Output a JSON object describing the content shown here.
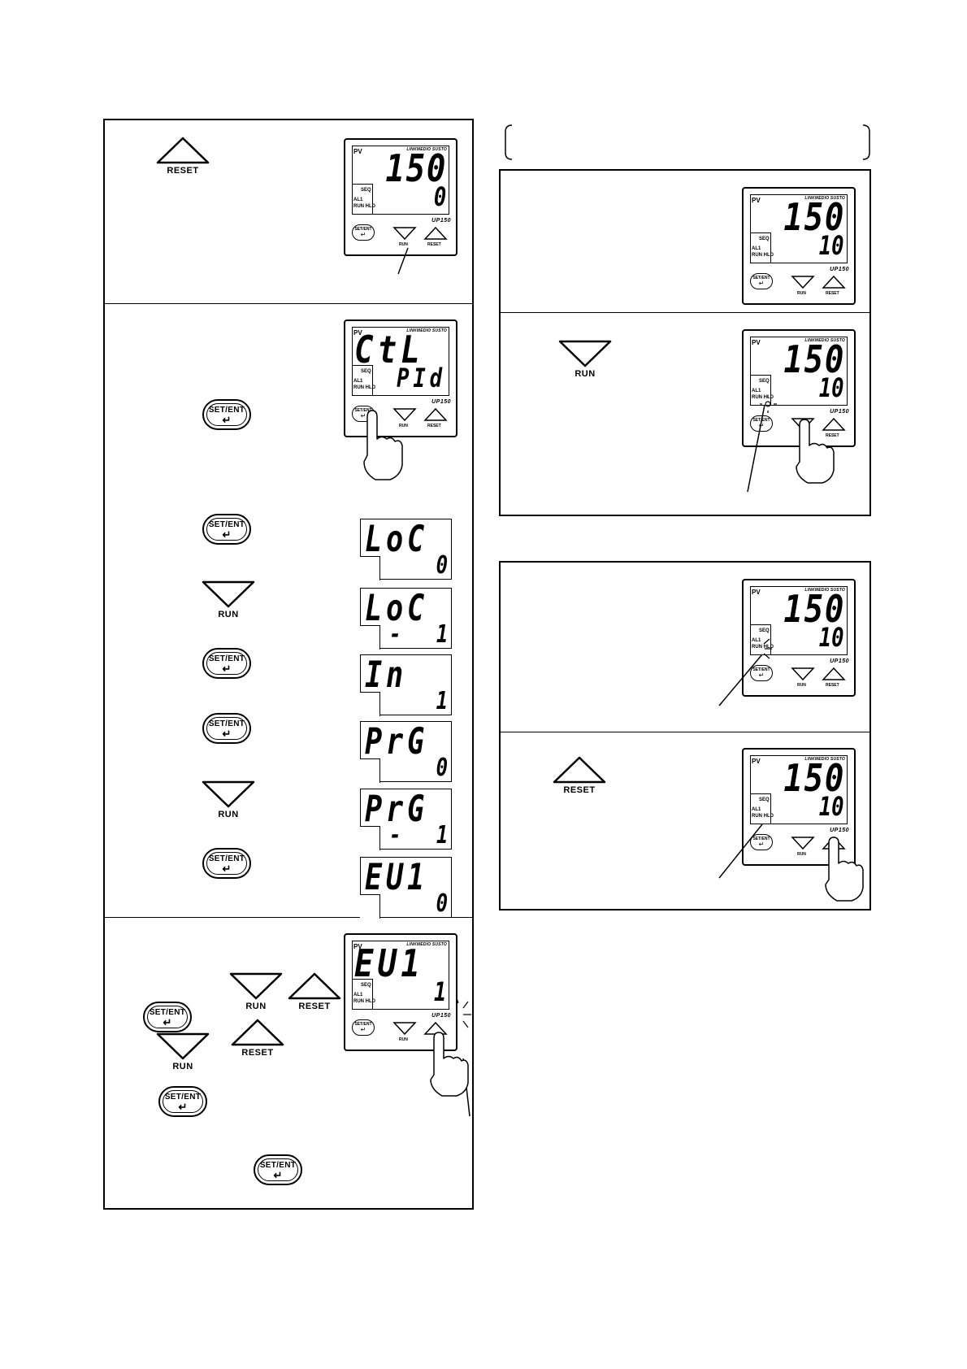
{
  "keys": {
    "reset": "RESET",
    "run": "RUN",
    "set_ent": "SET/ENT",
    "return_glyph": "↵"
  },
  "device": {
    "pv_label": "PV",
    "brand": "LINKMEDIO SUSTO",
    "seq_label": "SEQ",
    "al1_label": "AL1",
    "run_hld_label": "RUN  HLD",
    "model": "UP150"
  },
  "left_steps": {
    "step1": {
      "pv": "150",
      "sv": "0"
    },
    "step2": {
      "pv": "CtL",
      "sv": "PId"
    },
    "sequence": [
      {
        "top": "LoC",
        "bottom": "0"
      },
      {
        "top": "LoC",
        "bottom": "-   1"
      },
      {
        "top": "In",
        "bottom": "1"
      },
      {
        "top": "PrG",
        "bottom": "0"
      },
      {
        "top": "PrG",
        "bottom": "-   1"
      },
      {
        "top": "EU1",
        "bottom": "0"
      }
    ],
    "step3": {
      "pv": "EU1",
      "sv": "1"
    }
  },
  "right_group1": {
    "step1": {
      "pv": "150",
      "sv": "10"
    },
    "step2": {
      "pv": "150",
      "sv": "10"
    }
  },
  "right_group2": {
    "step1": {
      "pv": "150",
      "sv": "10"
    },
    "step2": {
      "pv": "150",
      "sv": "10"
    }
  }
}
